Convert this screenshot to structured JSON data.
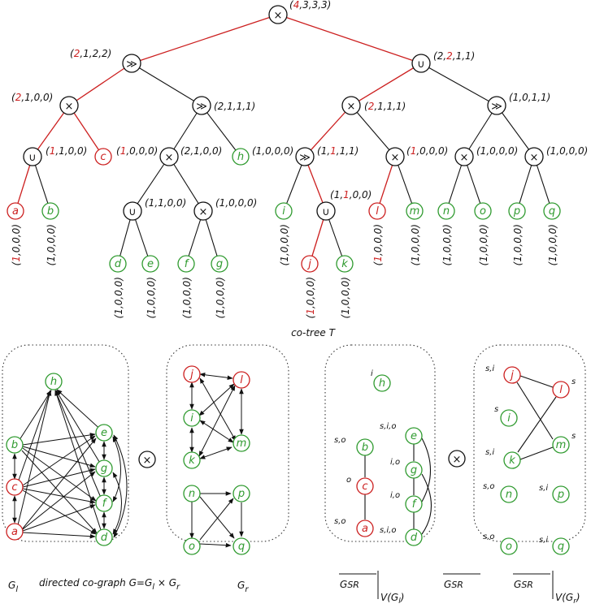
{
  "tree": {
    "caption": "co-tree T",
    "ops": {
      "times": "×",
      "union": "∪",
      "series": "≫"
    },
    "labels": {
      "root": [
        "4",
        ",3,3,3)"
      ],
      "ser1": [
        "2",
        ",1,2,2)"
      ],
      "uni1": [
        "2,",
        "2",
        ",1,1)"
      ],
      "x_ab": [
        "2",
        ",1,0,0)"
      ],
      "ser_h": "(2,1,1,1)",
      "x_ijl": [
        "2",
        ",1,1,1)"
      ],
      "ser_nq": "(1,0,1,1)",
      "u_ab": [
        "1",
        ",1,0,0)"
      ],
      "x_defg": [
        "1",
        ",0,0,0)"
      ],
      "x_dg2": "(2,1,0,0)",
      "h_lab": "(1,0,0,0)",
      "ser_ij": [
        "1,",
        "1",
        ",1,1)"
      ],
      "x_lm": [
        "1",
        ",0,0,0)"
      ],
      "x_no": "(1,0,0,0)",
      "x_pq": "(1,0,0,0)",
      "u_de": "(1,1,0,0)",
      "x_fg": "(1,0,0,0)",
      "u_jk": [
        "1,",
        "1",
        ",0,0)"
      ],
      "leaf_a": [
        "1",
        ",0,0,0)"
      ],
      "leaf_gen": "(1,0,0,0)",
      "leaf_j": [
        "1",
        ",0,0,0)"
      ],
      "leaf_l": [
        "1",
        ",0,0,0)"
      ]
    },
    "leaves": {
      "a": "a",
      "b": "b",
      "c": "c",
      "d": "d",
      "e": "e",
      "f": "f",
      "g": "g",
      "h": "h",
      "i": "i",
      "j": "j",
      "k": "k",
      "l": "l",
      "m": "m",
      "n": "n",
      "o": "o",
      "p": "p",
      "q": "q"
    }
  },
  "bottom": {
    "gl": "G",
    "gl_sub": "l",
    "gr": "G",
    "gr_sub": "r",
    "directed": "directed co-graph G=G",
    "directed_sub1": "l",
    "directed_mid": " × G",
    "directed_sub2": "r",
    "times": "×",
    "gsr": "G",
    "gsr_sub": "SR",
    "restrict_l": "V(G",
    "restrict_l_sub": "l",
    "restrict_r": "V(G",
    "restrict_r_sub": "r",
    "close_paren": ")",
    "ann": {
      "i_h": "i",
      "so_b": "s,o",
      "o_c": "o",
      "so_a": "s,o",
      "sio_e": "s,i,o",
      "io_g": "i,o",
      "io_f": "i,o",
      "sio_d": "s,i,o",
      "si_j": "s,i",
      "s_l": "s",
      "s_i": "s",
      "s_m": "s",
      "si_k": "s,i",
      "so_n": "s,o",
      "si_p": "s,i",
      "so_o": "s,o",
      "si_q": "s,i"
    }
  },
  "colors": {
    "red": "#cc1f1f",
    "green": "#2e9a2e",
    "black": "#111111"
  }
}
